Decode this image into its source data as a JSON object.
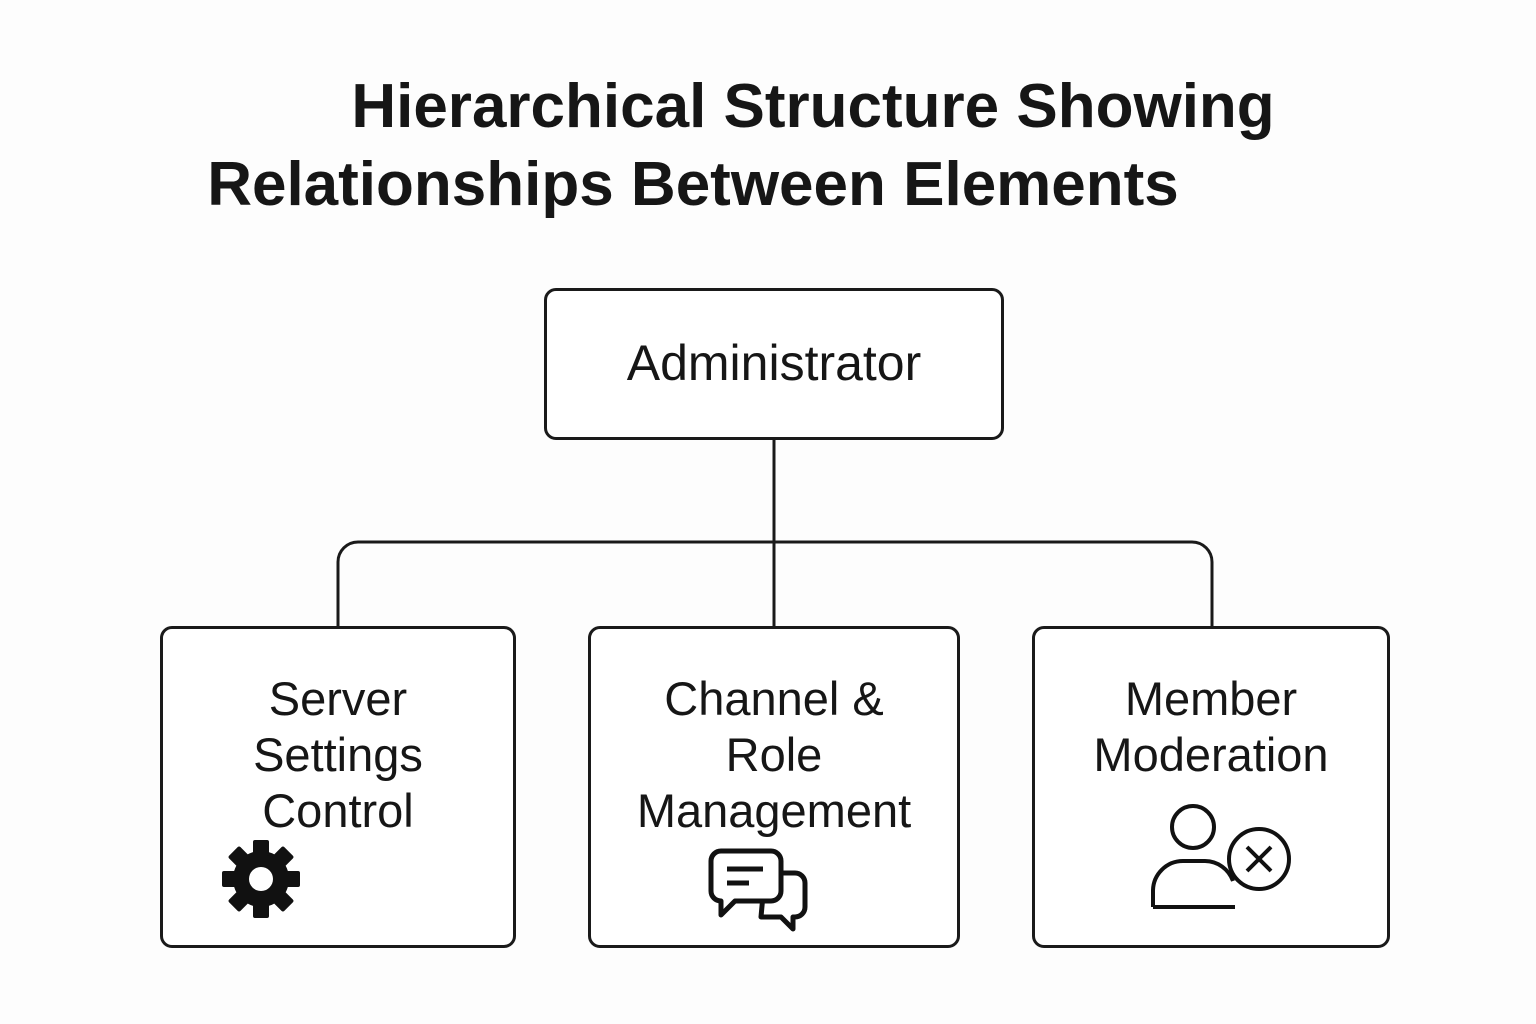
{
  "title_line1": "Hierarchical Structure Showing",
  "title_line2": "Relationships Between Elements",
  "root": {
    "label": "Administrator"
  },
  "children": [
    {
      "label_lines": [
        "Server",
        "Settings",
        "Control"
      ],
      "icon": "gear-icon"
    },
    {
      "label_lines": [
        "Channel &",
        "Role",
        "Management"
      ],
      "icon": "chat-bubbles-icon"
    },
    {
      "label_lines": [
        "Member",
        "Moderation"
      ],
      "icon": "user-remove-icon"
    }
  ]
}
